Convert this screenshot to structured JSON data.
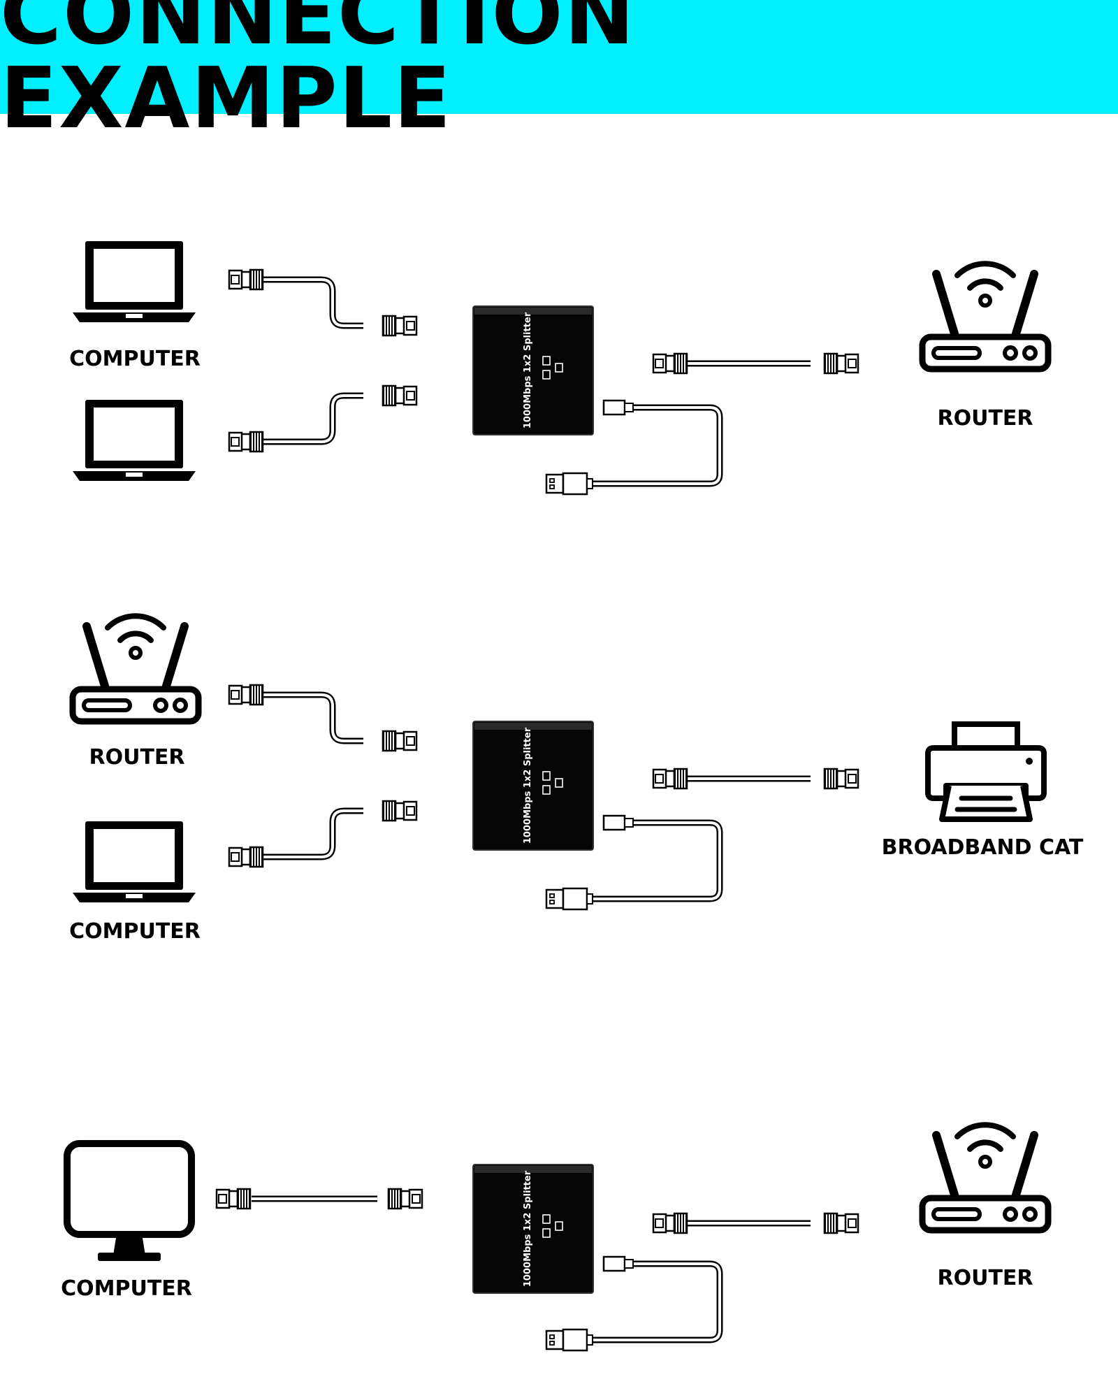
{
  "header": {
    "title": "CONNECTION EXAMPLE",
    "background": "#00f0ff"
  },
  "splitter": {
    "model_text": "1000Mbps 1x2 Splitter"
  },
  "rows": [
    {
      "left_top_label": "COMPUTER",
      "left_bottom_label": "",
      "right_label": "ROUTER"
    },
    {
      "left_top_label": "ROUTER",
      "left_bottom_label": "COMPUTER",
      "right_label": "BROADBAND CAT"
    },
    {
      "left_top_label": "COMPUTER",
      "right_label": "ROUTER"
    }
  ],
  "icons": [
    "laptop-icon",
    "router-icon",
    "printer-icon",
    "monitor-icon",
    "ethernet-cable-icon",
    "usb-cable-icon",
    "splitter-icon"
  ]
}
